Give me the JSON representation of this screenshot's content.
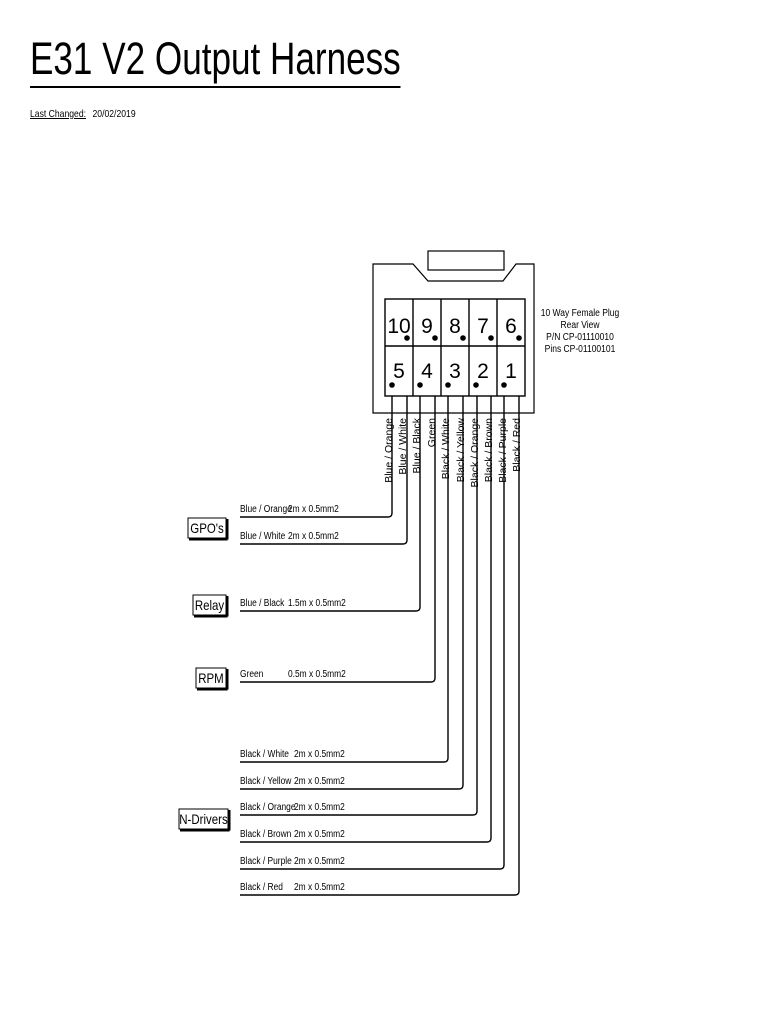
{
  "header": {
    "title": "E31 V2 Output Harness",
    "last_changed_label": "Last Changed:",
    "last_changed_date": "20/02/2019"
  },
  "connector": {
    "description_lines": [
      "10 Way Female Plug",
      "Rear View",
      "P/N CP-01110010",
      "Pins CP-01100101"
    ],
    "top_row_pins": [
      "10",
      "9",
      "8",
      "7",
      "6"
    ],
    "bottom_row_pins": [
      "5",
      "4",
      "3",
      "2",
      "1"
    ]
  },
  "pin_labels": [
    "Blue / Orange",
    "Blue / White",
    "Blue / Black",
    "Green",
    "Black / White",
    "Black / Yellow",
    "Black / Orange",
    "Black / Brown",
    "Black / Purple",
    "Black / Red"
  ],
  "groups": [
    {
      "name": "GPO's"
    },
    {
      "name": "Relay"
    },
    {
      "name": "RPM"
    },
    {
      "name": "N-Drivers"
    }
  ],
  "wires": [
    {
      "color": "Blue / Orange",
      "spec": "2m x 0.5mm2"
    },
    {
      "color": "Blue / White",
      "spec": "2m x 0.5mm2"
    },
    {
      "color": "Blue / Black",
      "spec": "1.5m x 0.5mm2"
    },
    {
      "color": "Green",
      "spec": "0.5m x 0.5mm2"
    },
    {
      "color": "Black / White",
      "spec": "2m x 0.5mm2"
    },
    {
      "color": "Black / Yellow",
      "spec": "2m x 0.5mm2"
    },
    {
      "color": "Black / Orange",
      "spec": "2m x 0.5mm2"
    },
    {
      "color": "Black / Brown",
      "spec": "2m x 0.5mm2"
    },
    {
      "color": "Black / Purple",
      "spec": "2m x 0.5mm2"
    },
    {
      "color": "Black / Red",
      "spec": "2m x 0.5mm2"
    }
  ]
}
